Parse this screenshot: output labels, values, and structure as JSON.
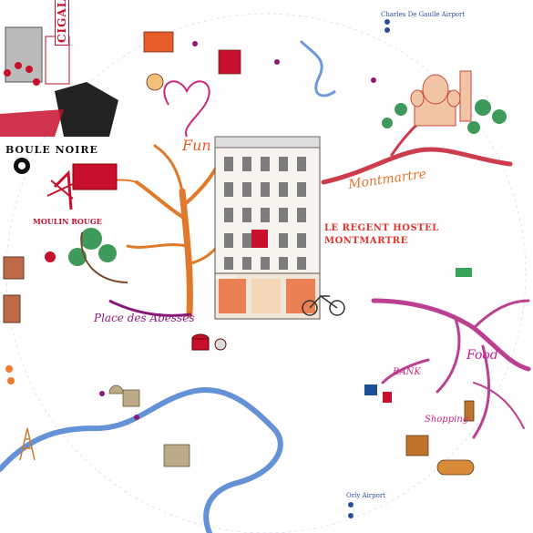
{
  "map": {
    "labels": {
      "cigale": "CIGALE",
      "boule_noire": "BOULE NOIRE",
      "moulin_rouge": "MOULIN ROUGE",
      "fun": "Fun",
      "montmartre": "Montmartre",
      "hotel_line1": "LE REGENT HOSTEL",
      "hotel_line2": "MONTMARTRE",
      "place_abbesses": "Place des Abesses",
      "food": "Food",
      "bank": "BANK",
      "shopping": "Shopping",
      "cdg_airport": "Charles De Gaulle Airport",
      "orly_airport": "Orly Airport",
      "hotel_sign": "HOSTEL"
    },
    "colors": {
      "river": "#4a7fd0",
      "tree": "#e07a2a",
      "accent": "#c8102e",
      "food_branch": "#b0207e",
      "montmartre_branch": "#c8283a"
    },
    "icons": [
      "eiffel-tower-icon",
      "sacre-coeur-icon",
      "moulin-rouge-icon",
      "eight-ball-icon",
      "bicycle-icon",
      "drum-kit-icon"
    ]
  }
}
